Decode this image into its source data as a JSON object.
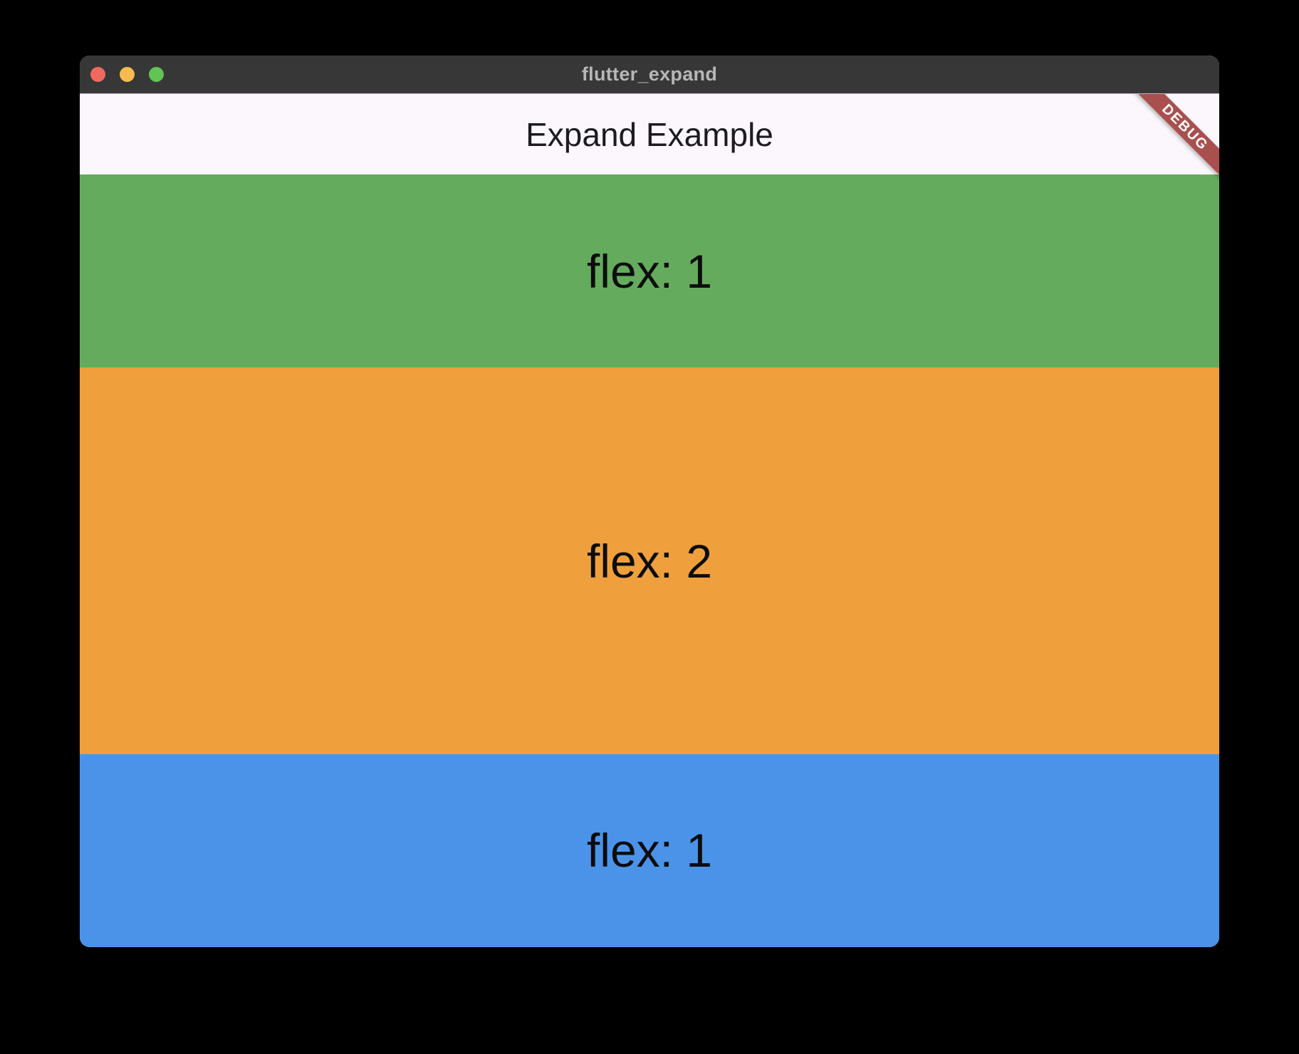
{
  "window": {
    "title": "flutter_expand",
    "titlebar_color": "#373737",
    "background_color": "#000000",
    "traffic_lights": [
      {
        "name": "close",
        "color": "#EE6A5F"
      },
      {
        "name": "minimize",
        "color": "#F5BD4F"
      },
      {
        "name": "zoom",
        "color": "#61C454"
      }
    ]
  },
  "app_bar": {
    "title": "Expand Example",
    "background_color": "#FBF7FD",
    "title_color": "#1D1B20",
    "debug_banner": {
      "label": "DEBUG",
      "color": "#A9504E",
      "text_color": "#FFFFFF"
    }
  },
  "bands": [
    {
      "label": "flex: 1",
      "flex": 1,
      "color": "#65AB5D"
    },
    {
      "label": "flex: 2",
      "flex": 2,
      "color": "#EFA03D"
    },
    {
      "label": "flex: 1",
      "flex": 1,
      "color": "#4B93E9"
    }
  ],
  "label_text_color": "#0D0D0D"
}
